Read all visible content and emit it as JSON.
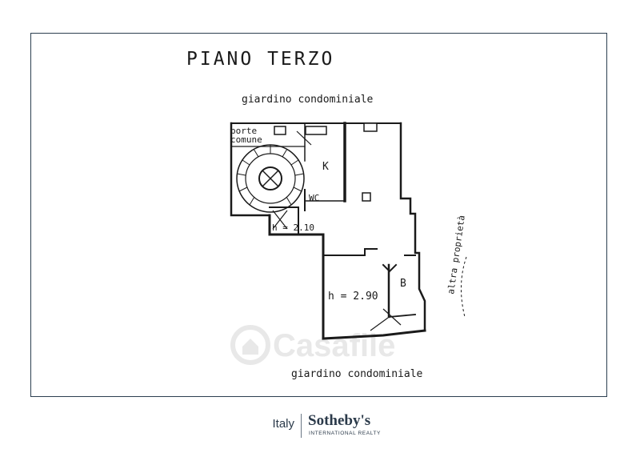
{
  "plan": {
    "title": "PIANO TERZO",
    "top_label": "giardino condominiale",
    "bottom_label": "giardino condominiale",
    "side_label": "altra proprietà",
    "common_door_line1": "porte",
    "common_door_line2": "comune",
    "room_k": "K",
    "room_b": "B",
    "room_wc": "WC",
    "height_main": "h = 2.90",
    "height_small": "h = 2.10"
  },
  "watermark": {
    "text": "Casafile"
  },
  "footer": {
    "region": "Italy",
    "brand": "Sotheby's",
    "brand_subtitle": "INTERNATIONAL REALTY"
  },
  "colors": {
    "frame_border": "#2c3f50",
    "brand_text": "#2b3a4a",
    "plan_lines": "#1a1a1a"
  }
}
